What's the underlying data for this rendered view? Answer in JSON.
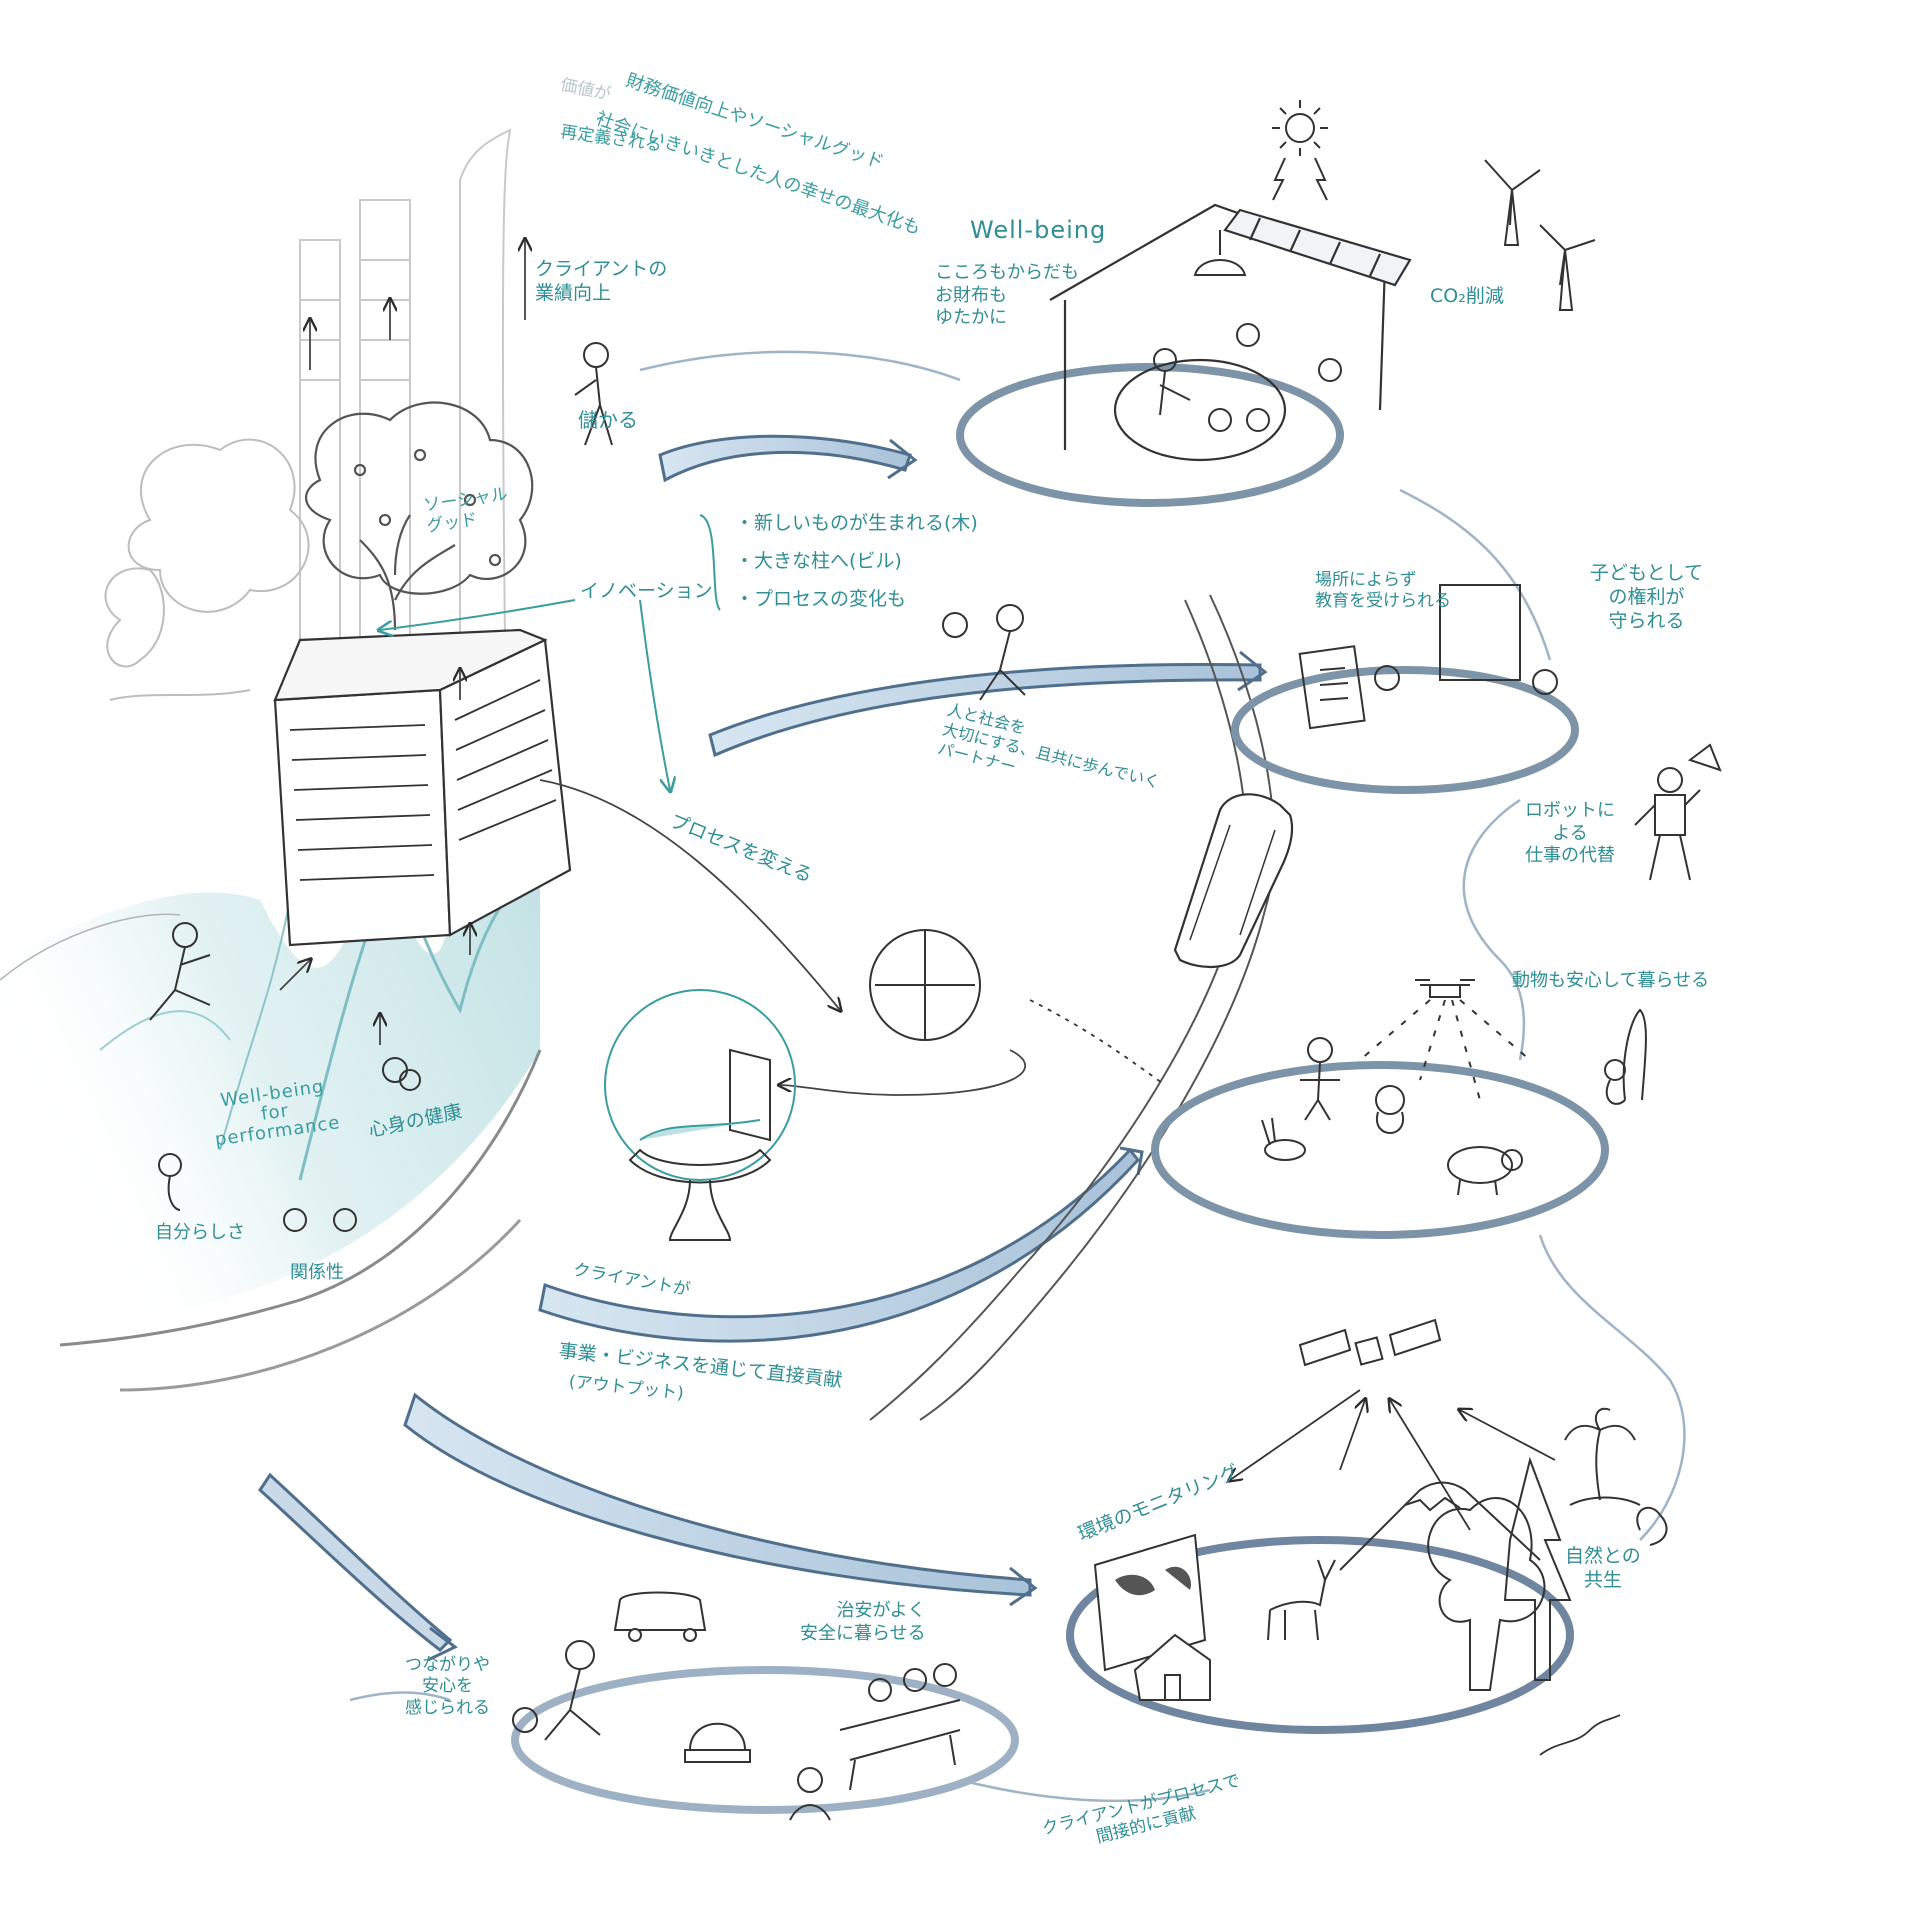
{
  "labels": {
    "top_banner_1": "財務価値向上やソーシャルグッド",
    "top_banner_2": "社会にいきいきとした人の幸せの最大化も",
    "top_banner_3": "再定義される",
    "top_banner_4": "価値が",
    "client_business": "クライアントの\n業績向上",
    "profit": "儲かる",
    "social_good": "ソーシャル\nグッド",
    "innovation": "イノベーション",
    "innovation_items": [
      "・新しいものが生まれる(木)",
      "・大きな柱へ(ビル)",
      "・プロセスの変化も"
    ],
    "process_change": "プロセスを変える",
    "partner": "人と社会を\n大切にする、且共に歩んでいく\nパートナー",
    "wellbeing_title": "Well-being",
    "wellbeing_desc": "こころもからだも\nお財布も\nゆたかに",
    "co2": "CO₂削減",
    "education": "場所によらず\n教育を受けられる",
    "child_rights": "子どもとして\nの権利が\n守られる",
    "robot": "ロボットに\nよる\n仕事の代替",
    "animals": "動物も安心して暮らせる",
    "wellbeing_perf": "Well-being\nfor\nperformance",
    "mind_body": "心身の健康",
    "selfness": "自分らしさ",
    "relation": "関係性",
    "client_direct_1": "クライアントが",
    "client_direct_2": "事業・ビジネスを通じて直接貢献",
    "client_direct_3": "(アウトプット)",
    "env_monitoring": "環境のモニタリング",
    "nature": "自然との\n共生",
    "safety": "治安がよく\n安全に暮らせる",
    "connection": "つながりや\n安心を\n感じられる",
    "client_indirect": "クライアントがプロセスで\n間接的に貢献"
  },
  "icons": [
    "sun-icon",
    "solar-panel-icon",
    "wind-turbine-icon",
    "lamp-icon",
    "satellite-icon",
    "mountain-icon",
    "world-map-icon",
    "drone-icon",
    "robot-icon",
    "tram-icon",
    "autonomous-car-icon",
    "palm-tree-icon",
    "seal-icon",
    "monkey-icon",
    "dog-icon",
    "pig-icon",
    "rabbit-icon",
    "deer-icon",
    "house-icon",
    "building-icon",
    "tree-icon"
  ],
  "colors": {
    "ink": "#2b2b2b",
    "teal_text": "#3a9da0",
    "teal_fill": "#c9e6e8",
    "ring_blue": "#7d93a8",
    "arrow_fill": "#cfe0ee",
    "pale_gray": "#c7cfd1"
  }
}
